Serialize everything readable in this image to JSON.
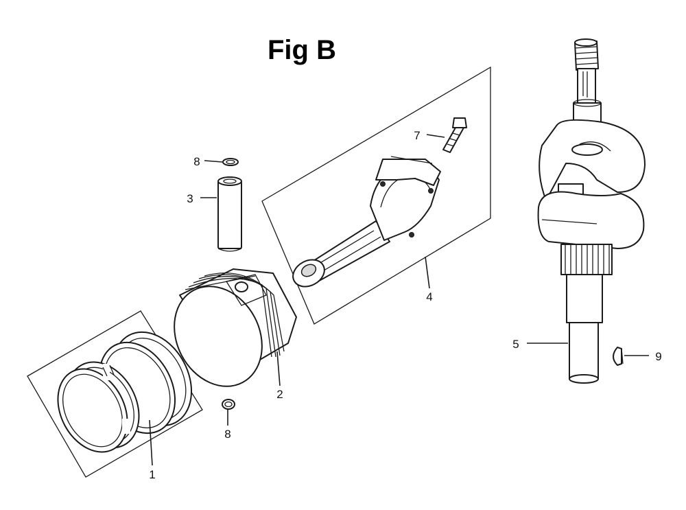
{
  "figure": {
    "title": "Fig B",
    "callouts": {
      "piston_rings": "1",
      "piston": "2",
      "piston_pin": "3",
      "connecting_rod": "4",
      "crankshaft": "5",
      "rod_bolt": "7",
      "pin_clip_upper": "8",
      "pin_clip_lower": "8",
      "woodruff_key": "9"
    }
  }
}
